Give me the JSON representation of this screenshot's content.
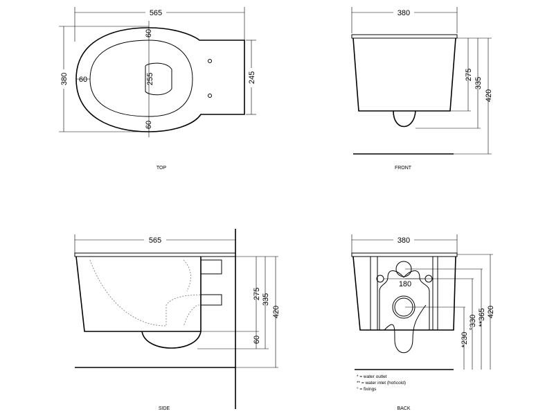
{
  "views": {
    "top": {
      "caption": "TOP",
      "width": "565",
      "depth": "380",
      "front_margin": "60",
      "back_margin": "60",
      "side_margin": "60",
      "opening": "255",
      "fixing_span": "245"
    },
    "front": {
      "caption": "FRONT",
      "width": "380",
      "h1": "275",
      "h2": "335",
      "h3": "420"
    },
    "side": {
      "caption": "SIDE",
      "width": "565",
      "h1": "275",
      "h2": "335",
      "h3": "420",
      "bottom": "60"
    },
    "back": {
      "caption": "BACK",
      "width": "380",
      "fixings": "180",
      "d1": "*230",
      "d2": "°330",
      "d3": "**365",
      "d4": "420"
    }
  },
  "legend": [
    "* = water outlet",
    "** = water inlet (hot\\cold)",
    "° = fixings"
  ]
}
